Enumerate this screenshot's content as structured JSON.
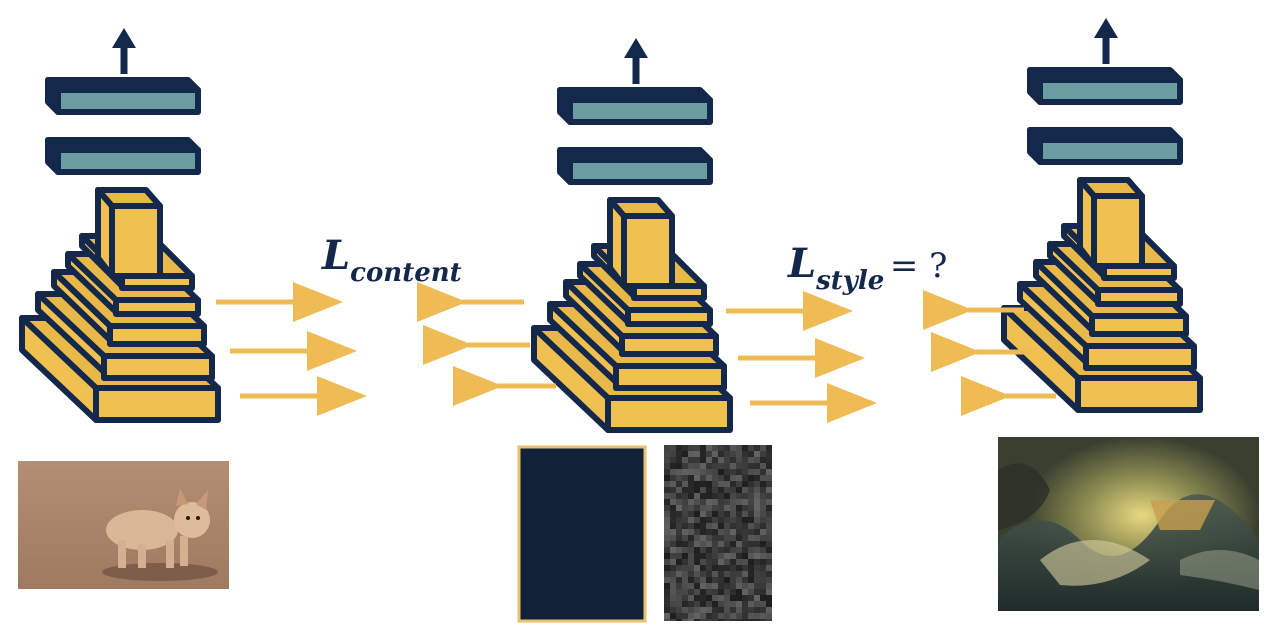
{
  "content_loss": {
    "symbol": "L",
    "subscript": "content"
  },
  "style_loss": {
    "symbol": "L",
    "subscript": "style",
    "suffix": "= ?"
  },
  "colors": {
    "navy": "#14284b",
    "layer_gold": "#f0c050",
    "layer_teal": "#6a9ea0",
    "arrow_gold": "#eebb55",
    "dark_panel": "#0f2238"
  },
  "icons": [
    "up-arrow-icon",
    "network-icon",
    "dog-photo",
    "noise-image",
    "painting-image"
  ]
}
